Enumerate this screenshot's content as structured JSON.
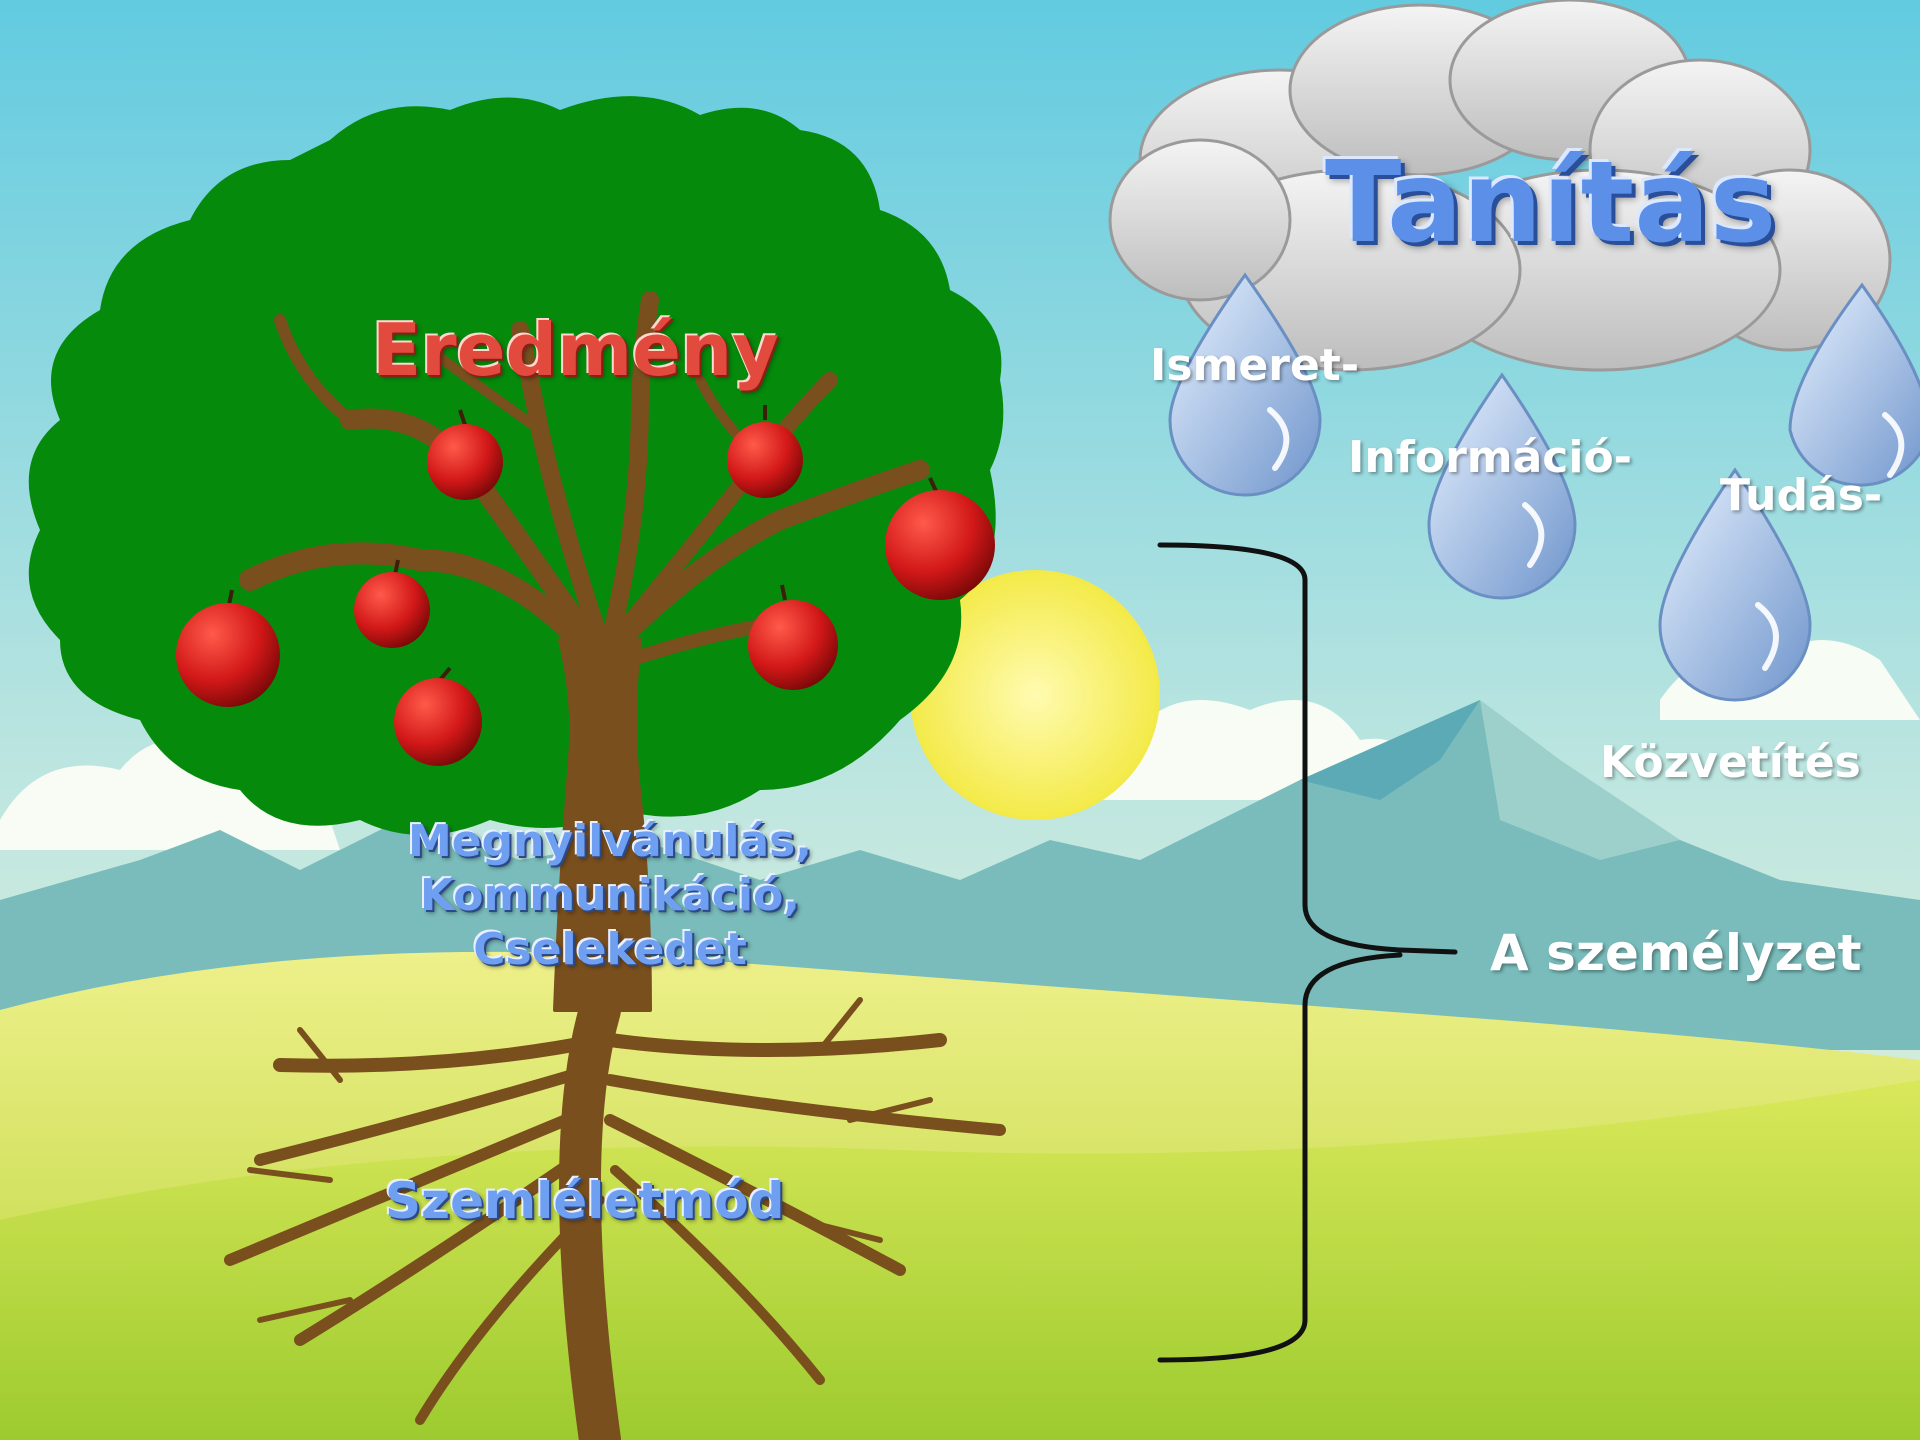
{
  "diagram": {
    "title": "Tanítás",
    "fruit_label": "Eredmény",
    "trunk_label": [
      "Megnyilvánulás,",
      "Kommunikáció,",
      "Cselekedet"
    ],
    "roots_label": "Szemléletmód",
    "bracket_label": "A személyzet",
    "ground_label": "Közvetítés",
    "drops": [
      {
        "label": "Ismeret-"
      },
      {
        "label": "Információ-"
      },
      {
        "label": "Tudás-"
      }
    ]
  },
  "colors": {
    "sky_top": "#66cde0",
    "sky_bottom": "#e4f1d7",
    "foliage": "#058a0b",
    "trunk": "#7a4f1e",
    "apple": "#d41f1f",
    "hill": "#c3db3d",
    "mountain": "#7cbfbf",
    "title_blue": "#5c8fe8",
    "fruit_red": "#e34a3e"
  }
}
